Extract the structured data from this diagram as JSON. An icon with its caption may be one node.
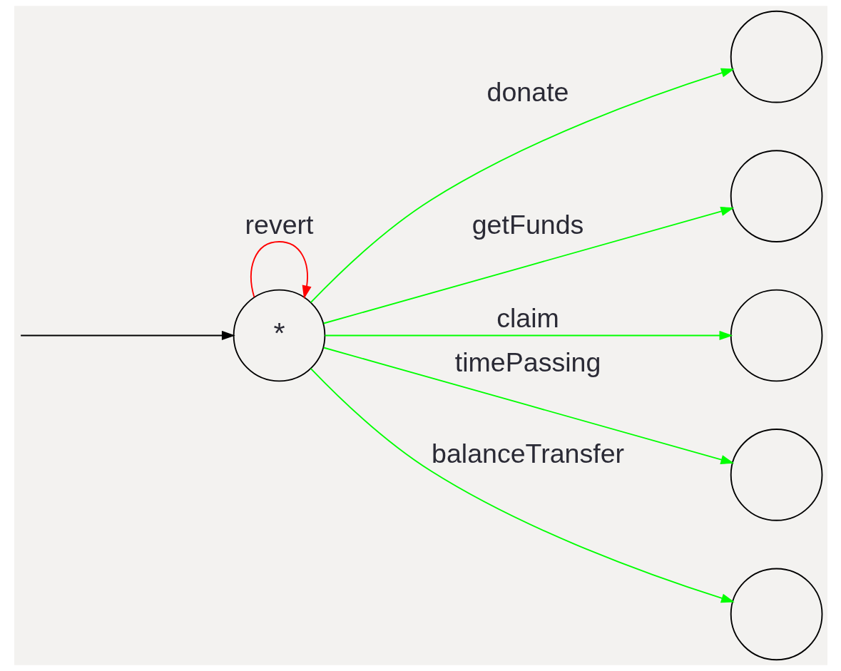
{
  "diagram": {
    "nodes": [
      {
        "text": [
          "*"
        ]
      },
      {
        "text": [],
        "shape": "circle"
      },
      {
        "text": [],
        "shape": "circle"
      },
      {
        "text": [],
        "shape": "circle"
      },
      {
        "text": [],
        "shape": "circle"
      },
      {
        "text": [],
        "shape": "circle"
      }
    ],
    "edges": [
      {
        "from": null,
        "to": 0,
        "arrow": "to",
        "color": "#000000"
      },
      {
        "from": 0,
        "to": 0,
        "arrow": "to",
        "label": "revert",
        "color": "#ff0000"
      },
      {
        "from": 0,
        "to": 1,
        "arrow": "to",
        "label": "donate"
      },
      {
        "from": 0,
        "to": 2,
        "arrow": "to",
        "label": "getFunds"
      },
      {
        "from": 0,
        "to": 3,
        "arrow": "to",
        "label": "claim"
      },
      {
        "from": 0,
        "to": 4,
        "arrow": "to",
        "label": "timePassing"
      },
      {
        "from": 0,
        "to": 5,
        "arrow": "to",
        "label": "balanceTransfer"
      }
    ]
  }
}
